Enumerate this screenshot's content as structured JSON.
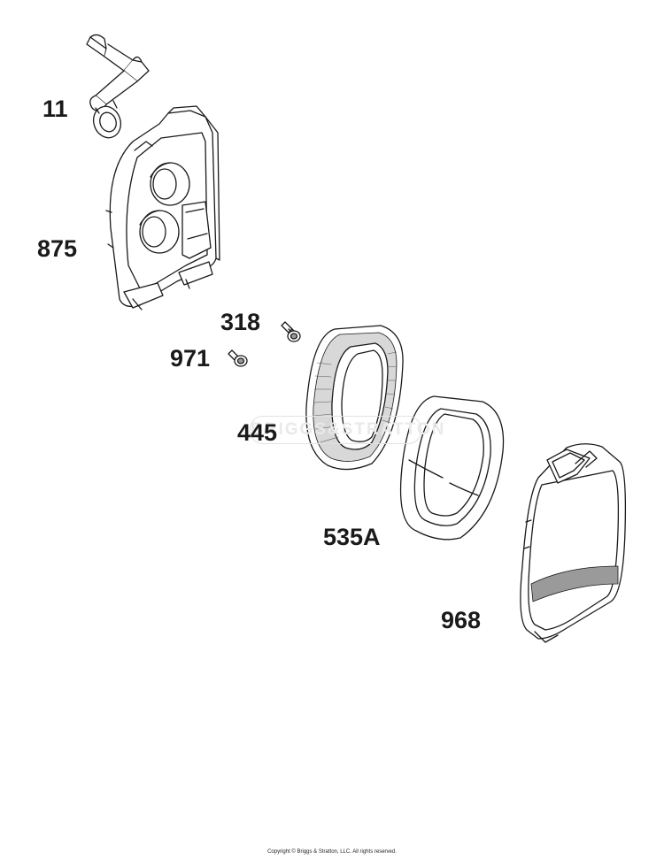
{
  "callouts": {
    "part_11": "11",
    "part_875": "875",
    "part_318": "318",
    "part_971": "971",
    "part_445": "445",
    "part_535a": "535A",
    "part_968": "968"
  },
  "watermark": "BRIGGS&STRATTON",
  "copyright": "Copyright © Briggs & Stratton, LLC. All rights reserved.",
  "colors": {
    "line": "#1a1a1a",
    "shade": "#9a9a9a",
    "background": "#ffffff"
  }
}
